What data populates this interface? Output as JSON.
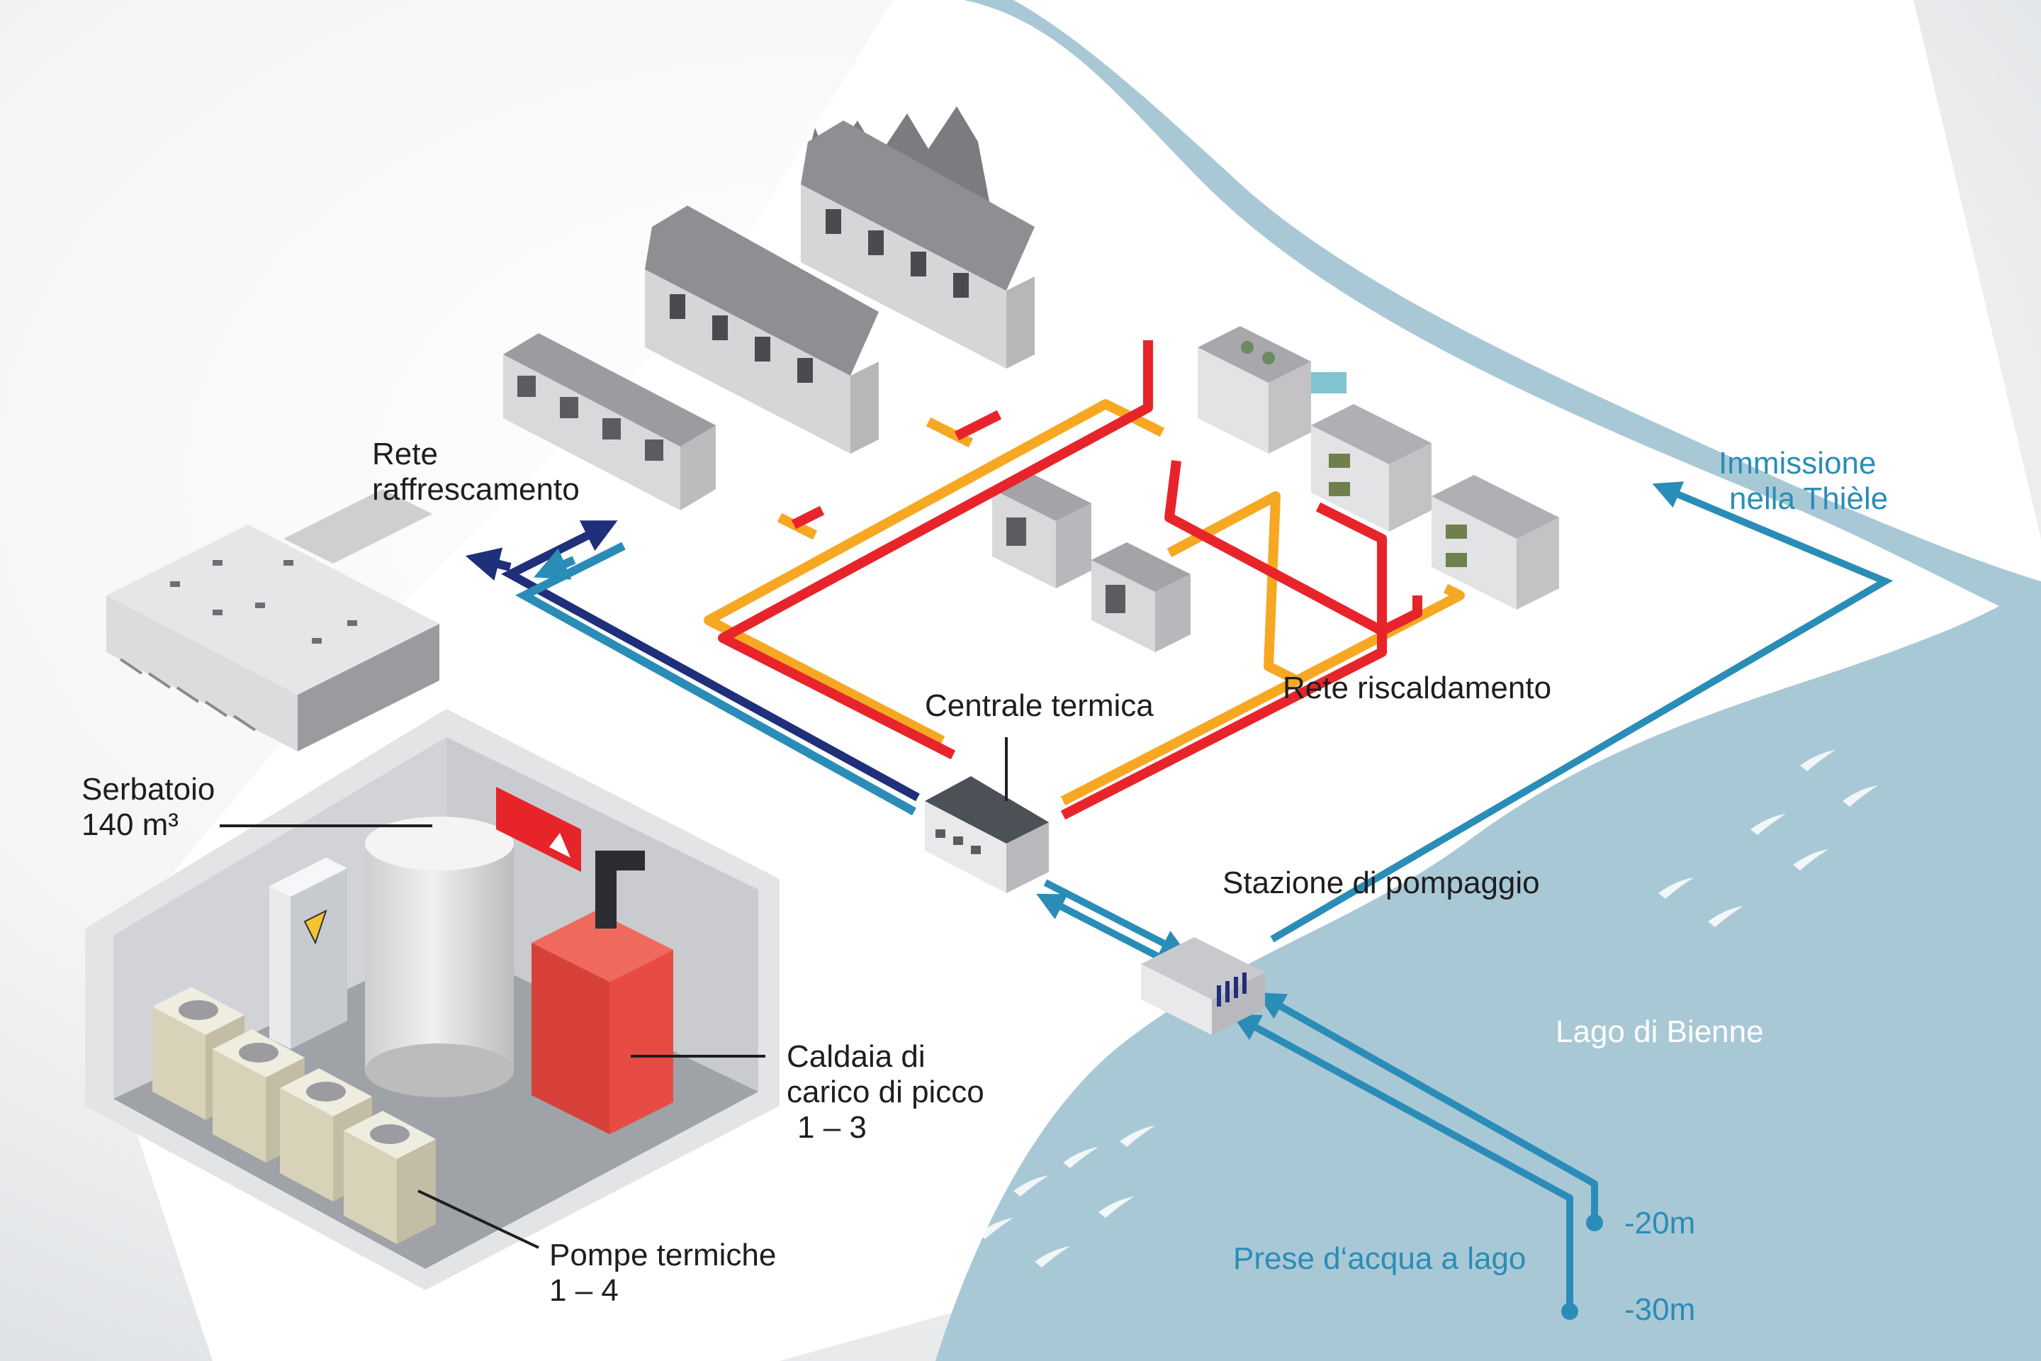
{
  "labels": {
    "cooling_network": [
      "Rete",
      "raffrescamento"
    ],
    "heating_network": "Rete riscaldamento",
    "heating_plant": "Centrale termica",
    "pumping_station": "Stazione di pompaggio",
    "outflow": [
      "Immissione",
      "nella Thièle"
    ],
    "lake": "Lago di Bienne",
    "lake_intakes": "Prese d‘acqua a lago",
    "depth_20": "-20m",
    "depth_30": "-30m",
    "tank": [
      "Serbatoio",
      "140 m³"
    ],
    "peak_boiler": [
      "Caldaia di",
      "carico di picco",
      "1 – 3"
    ],
    "heat_pumps": [
      "Pompe termiche",
      "1 – 4"
    ]
  },
  "colors": {
    "heating_supply": "#e8242b",
    "heating_return": "#f7a823",
    "cooling_supply": "#1f2f7a",
    "cooling_return": "#2a8db7",
    "lake_water": "#a9c8d6",
    "boiler": "#e74c44"
  },
  "icons": {
    "warning": "warning-sign-icon",
    "electric": "high-voltage-icon"
  }
}
